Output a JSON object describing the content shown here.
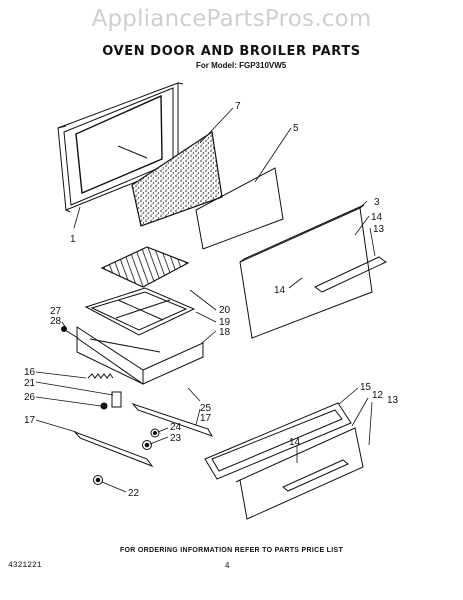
{
  "watermark": "AppliancePartsPros.com",
  "title": "OVEN DOOR AND BROILER PARTS",
  "model_line": "For Model: FGP310VW5",
  "footer_note": "FOR ORDERING INFORMATION REFER TO PARTS PRICE LIST",
  "doc_number": "4321221",
  "page_number": "4",
  "callouts": [
    {
      "id": "c1",
      "text": "1"
    },
    {
      "id": "c7",
      "text": "7"
    },
    {
      "id": "c5",
      "text": "5"
    },
    {
      "id": "c3",
      "text": "3"
    },
    {
      "id": "c14a",
      "text": "14"
    },
    {
      "id": "c13a",
      "text": "13"
    },
    {
      "id": "c14b",
      "text": "14"
    },
    {
      "id": "c20",
      "text": "20"
    },
    {
      "id": "c19",
      "text": "19"
    },
    {
      "id": "c18",
      "text": "18"
    },
    {
      "id": "c27",
      "text": "27"
    },
    {
      "id": "c28",
      "text": "28"
    },
    {
      "id": "c16",
      "text": "16"
    },
    {
      "id": "c21",
      "text": "21"
    },
    {
      "id": "c26",
      "text": "26"
    },
    {
      "id": "c25",
      "text": "25"
    },
    {
      "id": "c17a",
      "text": "17"
    },
    {
      "id": "c17b",
      "text": "17"
    },
    {
      "id": "c24",
      "text": "24"
    },
    {
      "id": "c23",
      "text": "23"
    },
    {
      "id": "c22",
      "text": "22"
    },
    {
      "id": "c15",
      "text": "15"
    },
    {
      "id": "c12",
      "text": "12"
    },
    {
      "id": "c13b",
      "text": "13"
    },
    {
      "id": "c14c",
      "text": "14"
    }
  ]
}
